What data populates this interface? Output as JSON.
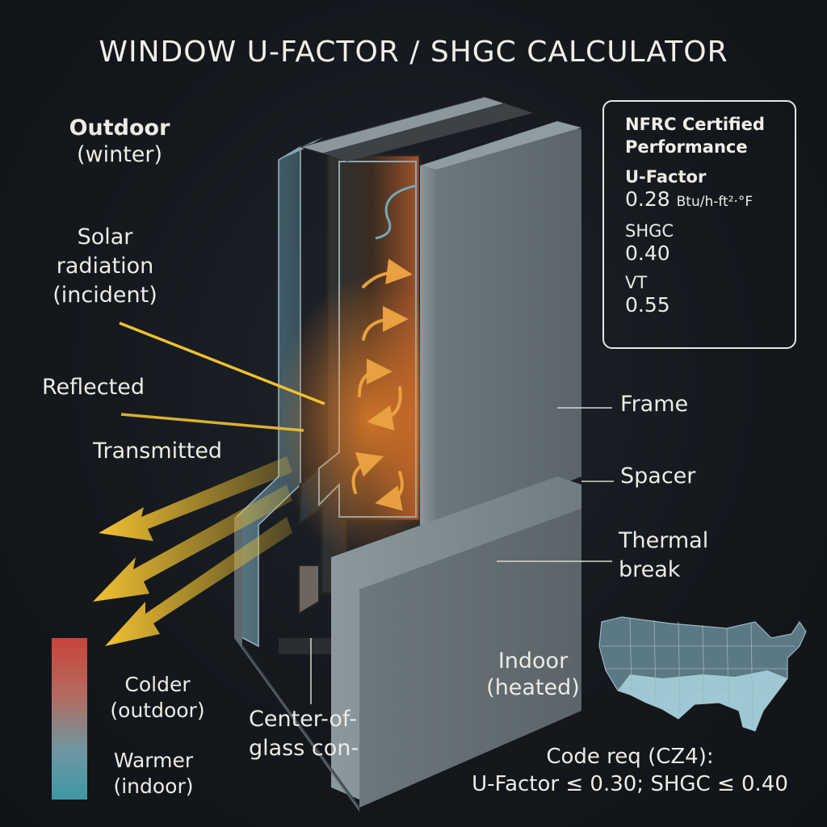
{
  "title": "WINDOW U-FACTOR / SHGC CALCULATOR",
  "labels": {
    "outdoor_line1": "Outdoor",
    "outdoor_line2": "(winter)",
    "solar_line1": "Solar",
    "solar_line2": "radiation",
    "solar_line3": "(incident)",
    "reflected": "Reflected",
    "transmitted": "Transmitted",
    "frame": "Frame",
    "spacer": "Spacer",
    "thermal_line1": "Thermal",
    "thermal_line2": "break",
    "indoor_line1": "Indoor",
    "indoor_line2": "(heated)",
    "center_line1": "Center-of-",
    "center_line2": "glass con-"
  },
  "panel": {
    "title_line1": "NFRC Certified",
    "title_line2": "Performance",
    "ufactor_label": "U-Factor",
    "ufactor_value": "0.28",
    "ufactor_unit": "Btu/h-ft²·°F",
    "shgc_label": "SHGC",
    "shgc_value": "0.40",
    "vt_label": "VT",
    "vt_value": "0.55"
  },
  "legend": {
    "colder_line1": "Colder",
    "colder_line2": "(outdoor)",
    "warmer_line1": "Warmer",
    "warmer_line2": "(indoor)",
    "cold_color": "#c9443a",
    "warm_color": "#3f97a5"
  },
  "code": {
    "line1": "Code req (CZ4):",
    "line2": "U-Factor ≤ 0.30; SHGC ≤ 0.40"
  },
  "colors": {
    "solar": "#f0c030",
    "frame": "#7f8c92",
    "glass": "#6f8c98",
    "heat": "#e8892f"
  }
}
